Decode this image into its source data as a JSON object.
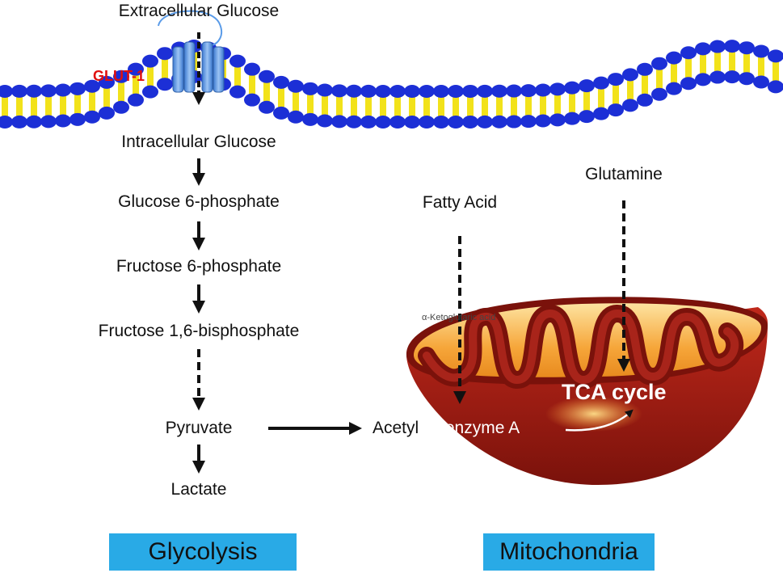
{
  "membrane": {
    "extracellular_label": "Extracellular Glucose",
    "intracellular_label": "Intracellular Glucose",
    "transporter_label": "GLUT-1",
    "head_color": "#1c2fd6",
    "tail_color": "#f2e21a",
    "transporter_color": "#5a9be8",
    "transporter_label_color": "#e01010"
  },
  "glycolysis": {
    "steps": [
      "Glucose 6-phosphate",
      "Fructose 6-phosphate",
      "Fructose 1,6-bisphosphate",
      "Pyruvate",
      "Lactate"
    ],
    "box_label": "Glycolysis"
  },
  "mitochondria": {
    "fatty_acid_label": "Fatty Acid",
    "glutamine_label": "Glutamine",
    "alpha_kg_label": "α-Ketoglutaric acid",
    "acetyl_coa_prefix": "Acetyl",
    "acetyl_coa_suffix": "Coenzyme A",
    "tca_label": "TCA cycle",
    "box_label": "Mitochondria",
    "outer_color": "#9c1c12",
    "inner_color": "#f6a63a",
    "box_color": "#29aae6"
  }
}
